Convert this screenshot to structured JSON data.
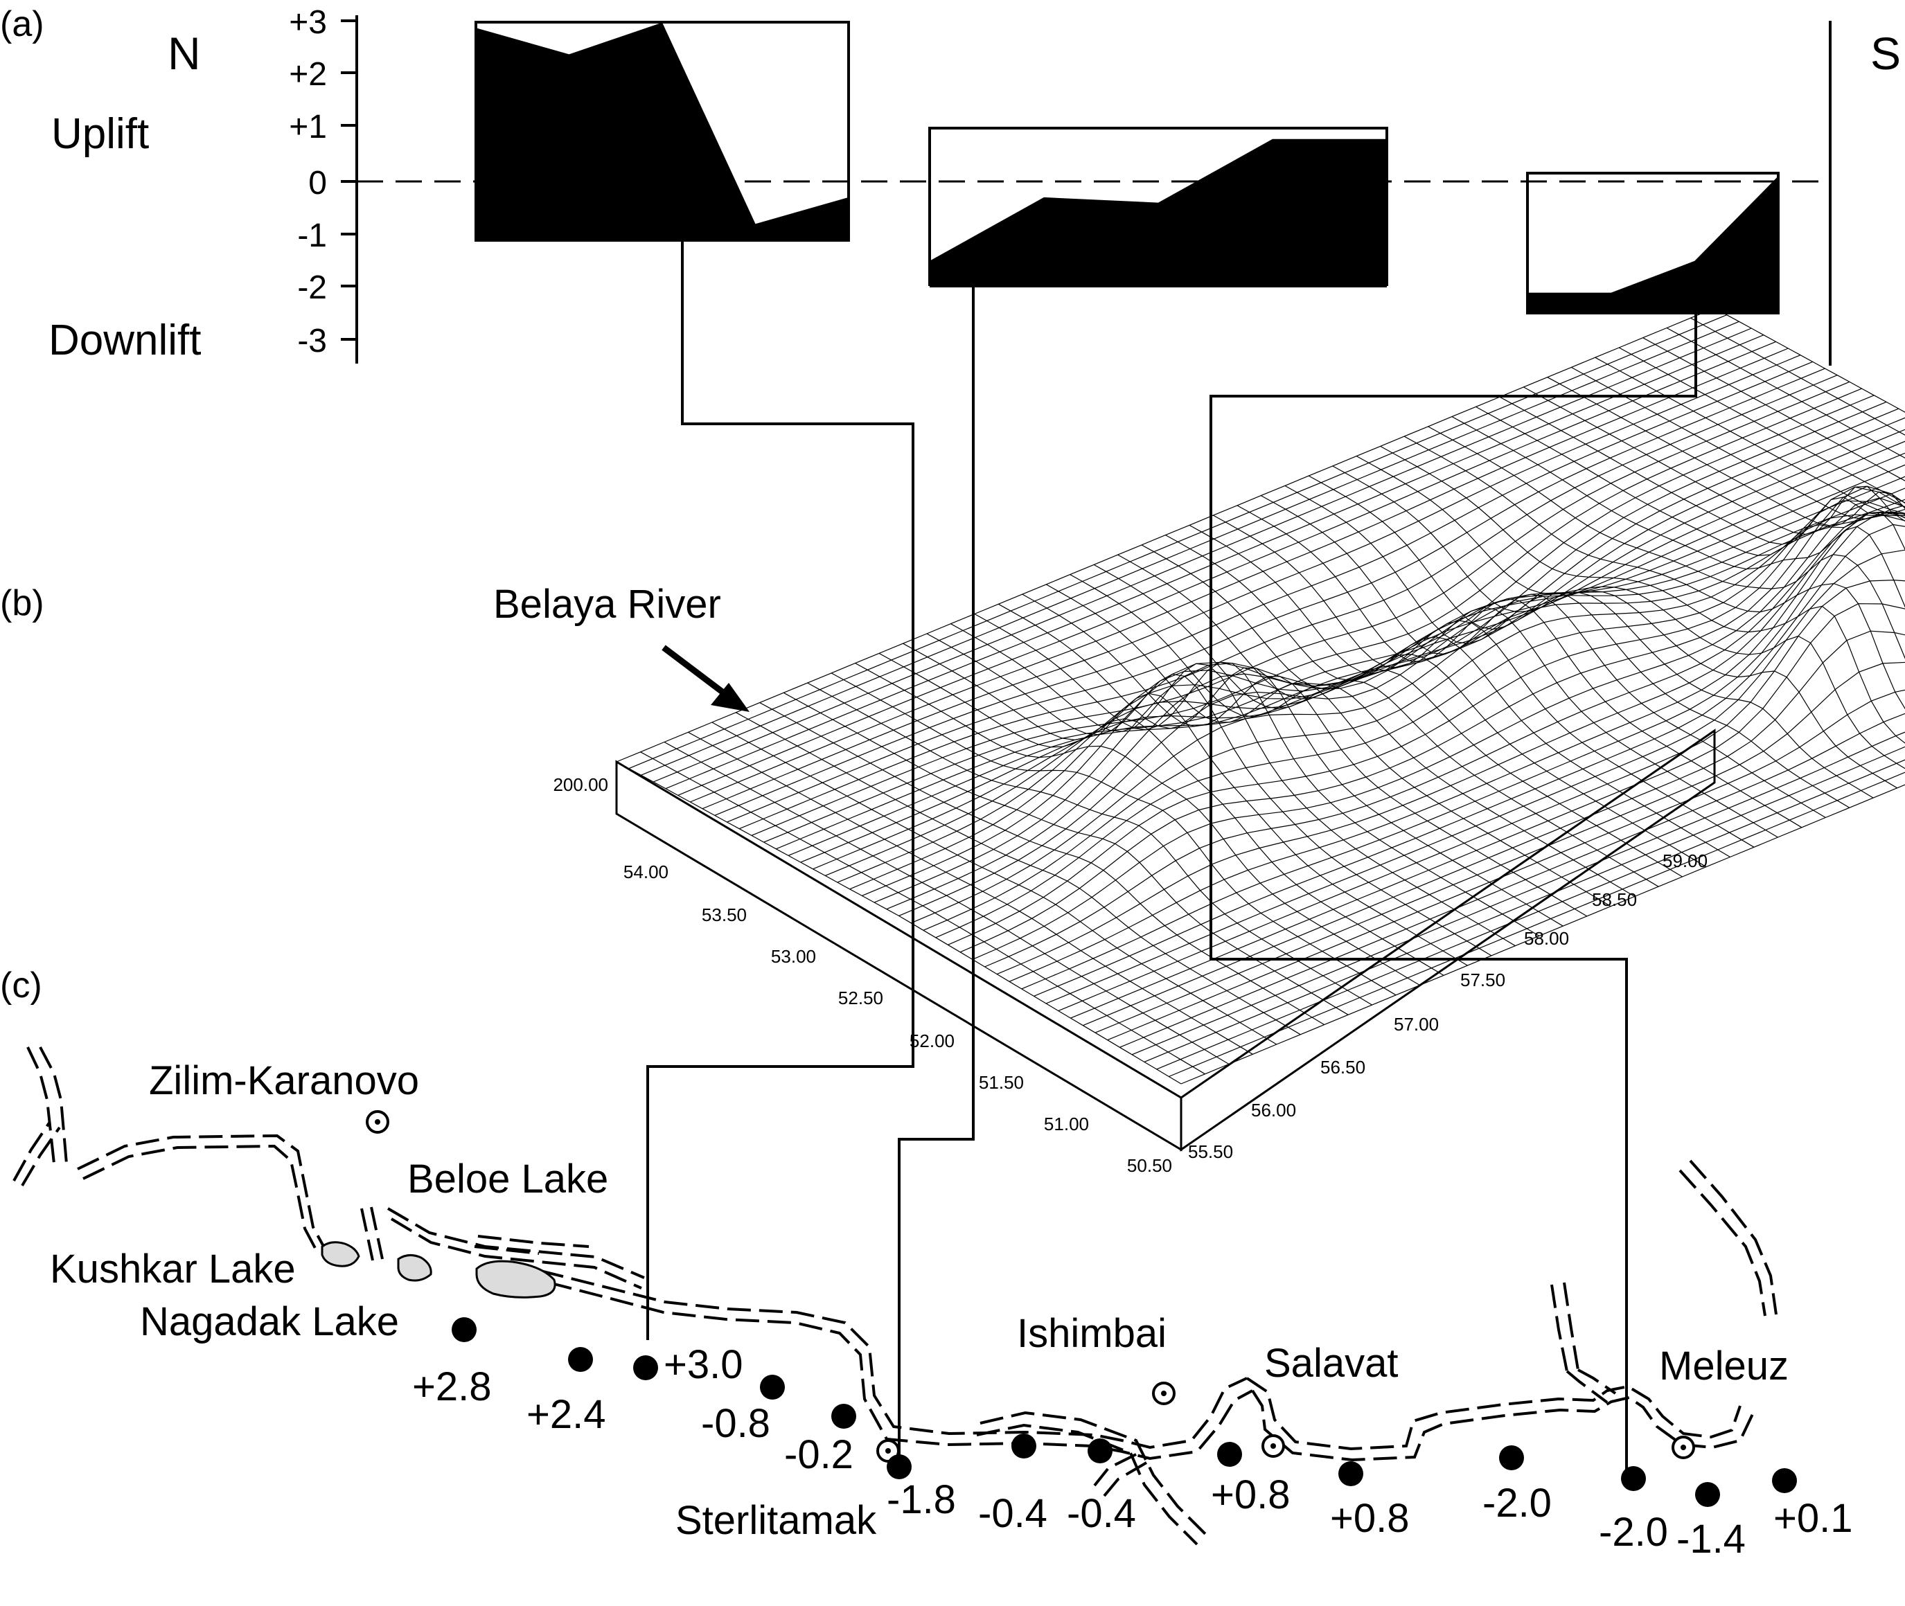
{
  "panel_labels": {
    "a": "(a)",
    "b": "(b)",
    "c": "(c)"
  },
  "panel_a": {
    "north": "N",
    "south": "S",
    "uplift": "Uplift",
    "downlift": "Downlift",
    "y_ticks": [
      "+3",
      "+2",
      "+1",
      "0",
      "-1",
      "-2",
      "-3"
    ],
    "profiles": [
      {
        "values": [
          2.9,
          2.4,
          3.0,
          -0.8,
          -0.3
        ],
        "range": [
          -1.1,
          3.0
        ]
      },
      {
        "values": [
          -1.5,
          -0.3,
          -0.4,
          0.8,
          0.8
        ],
        "range": [
          -2.0,
          1.0
        ]
      },
      {
        "values": [
          -2.1,
          -2.1,
          -1.5,
          0.1
        ],
        "range": [
          -2.5,
          0.1
        ]
      }
    ]
  },
  "panel_b": {
    "river_label": "Belaya River",
    "z_label": "200.00",
    "left_axis_ticks": [
      "54.00",
      "53.50",
      "53.00",
      "52.50",
      "52.00",
      "51.50",
      "51.00",
      "50.50"
    ],
    "right_axis_ticks": [
      "55.50",
      "56.00",
      "56.50",
      "57.00",
      "57.50",
      "58.00",
      "58.50",
      "59.00"
    ]
  },
  "panel_c": {
    "towns": [
      {
        "name": "Zilim-Karanovo"
      },
      {
        "name": "Ishimbai"
      },
      {
        "name": "Salavat"
      },
      {
        "name": "Meleuz"
      },
      {
        "name": "Sterlitamak"
      }
    ],
    "lakes": [
      {
        "name": "Beloe Lake"
      },
      {
        "name": "Kushkar Lake"
      },
      {
        "name": "Nagadak Lake"
      }
    ],
    "stations": [
      {
        "value": "+2.8"
      },
      {
        "value": "+2.4"
      },
      {
        "value": "+3.0"
      },
      {
        "value": "-0.8"
      },
      {
        "value": "-0.2"
      },
      {
        "value": "-1.8"
      },
      {
        "value": "-0.4"
      },
      {
        "value": "-0.4"
      },
      {
        "value": "+0.8"
      },
      {
        "value": "+0.8"
      },
      {
        "value": "-2.0"
      },
      {
        "value": "-2.0"
      },
      {
        "value": "-1.4"
      },
      {
        "value": "+0.1"
      }
    ]
  }
}
